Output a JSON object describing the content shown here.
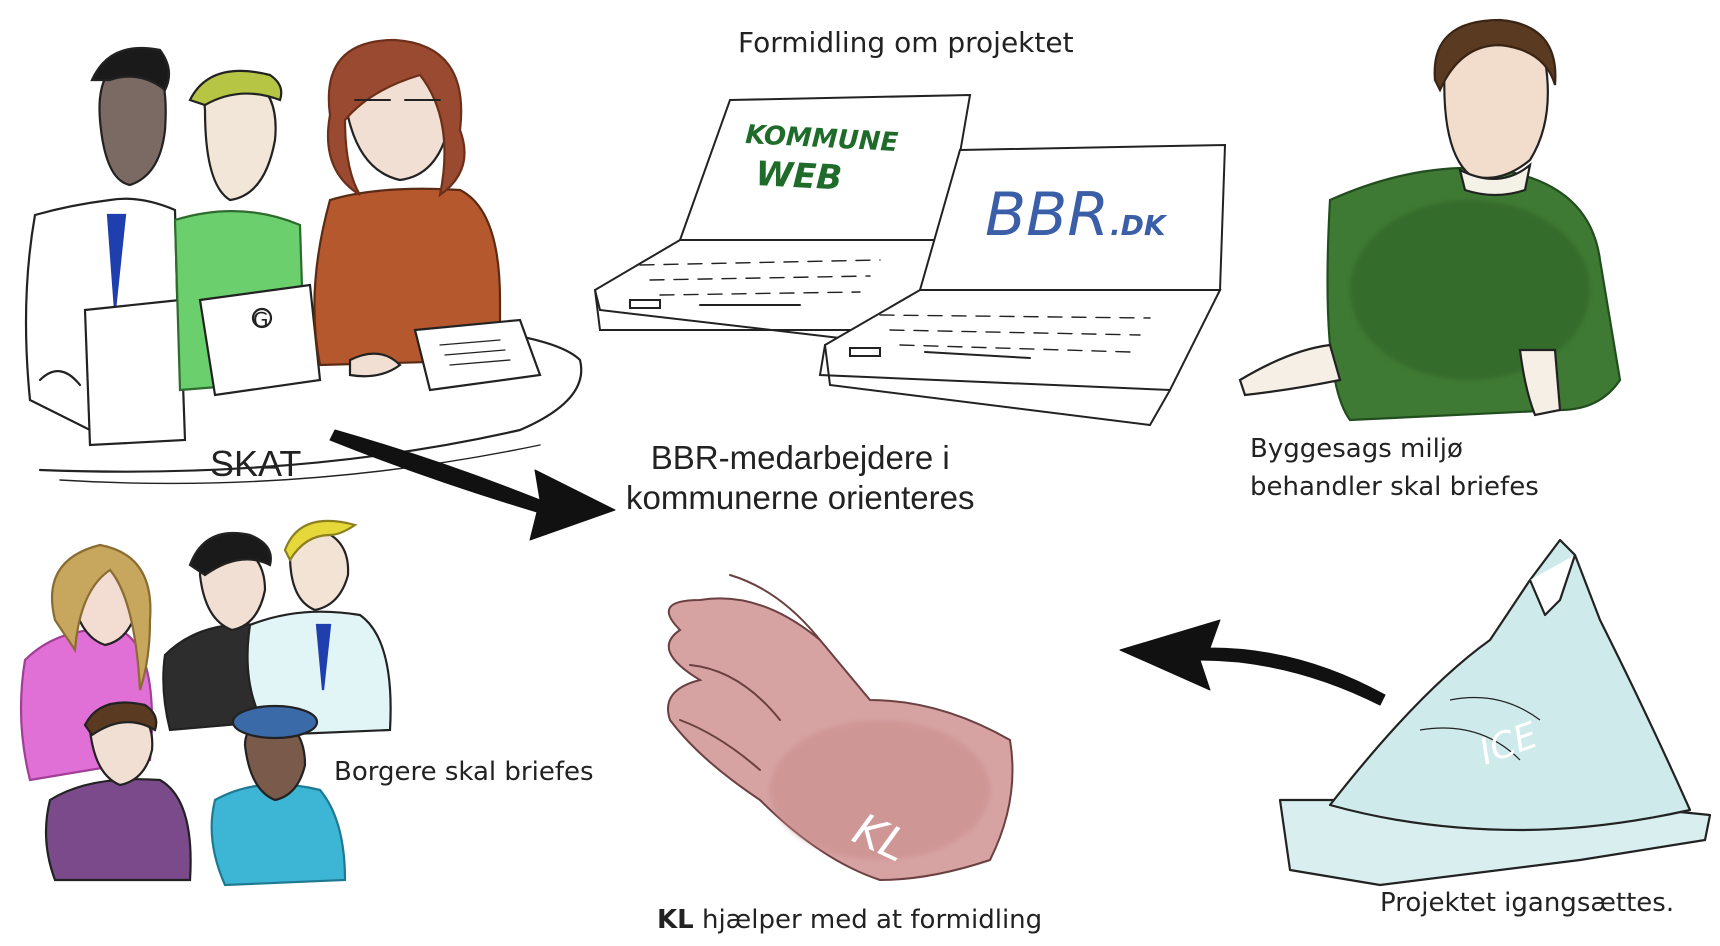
{
  "labels": {
    "formidling": "Formidling om projektet",
    "skat": "SKAT",
    "bbr_staff_line1": "BBR-medarbejdere i",
    "bbr_staff_line2": "kommunerne orienteres",
    "byggesag_line1": "Byggesags miljø",
    "byggesag_line2": "behandler skal briefes",
    "borgere": "Borgere skal briefes",
    "kl_bold": "KL",
    "kl_rest": " hjælper med at formidling",
    "igangsaettes": "Projektet igangsættes."
  },
  "drawn_text": {
    "kommune_line1": "KOMMUNE",
    "kommune_line2": "WEB",
    "bbr_screen_main": "BBR",
    "bbr_screen_suffix": ".DK",
    "laptop_logo": "G",
    "hand_label": "KL",
    "ice_label": "ICE"
  },
  "colors": {
    "green_ink": "#1e6b2a",
    "blue_ink": "#3a5fa8",
    "sweater_green": "#3f7a34",
    "shirt_orange": "#b5582d",
    "shirt_green": "#6ccf6e",
    "tie_blue": "#1f3fae",
    "sweater_pink": "#e070d6",
    "sweater_purple": "#7a4a8a",
    "sweater_cyan": "#3db6d6",
    "hand_pink": "#d7a2a2",
    "ice_blue": "#cfeaea"
  },
  "icons": [
    "arrow-right-curved",
    "arrow-left-curved"
  ]
}
